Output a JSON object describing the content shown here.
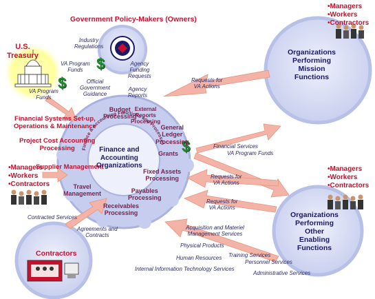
{
  "owners": {
    "title": "Government Policy-Makers (Owners)",
    "industry_regulations": "Industry\nRegulations",
    "va_program_funds": "VA Program\nFunds",
    "official_guidance": "Official\nGovernment\nGuidance",
    "agency_funding_requests": "Agency\nFunding\nRequests",
    "agency_reports": "Agency\nReports"
  },
  "treasury": {
    "title": "U.S.\nTreasury",
    "va_program_funds": "VA Program\nFunds"
  },
  "center": {
    "title": "Finance and\nAccounting\nOrganizations",
    "ring_text": "Finance & Accounting Functions and Processes",
    "functions": {
      "budget_processing": "Budget\nProcessing",
      "external_reports": "External\nReports\nProcessing",
      "general_ledger": "General\nLedger\nProcessing",
      "grants": "Grants",
      "fixed_assets": "Fixed Assets\nProcessing",
      "payables": "Payables\nProcessing",
      "receivables": "Receivables\nProcessing",
      "travel": "Travel\nManagement",
      "supplier": "Supplier Management",
      "project_cost": "Project Cost Accounting\nProcessing",
      "financial_systems": "Financial Systems Set-up,\nOperations & Maintenance"
    }
  },
  "mission": {
    "title": "Organizations\nPerforming\nMission\nFunctions",
    "requests": "Requests for\nVA Actions"
  },
  "enabling": {
    "title": "Organizations\nPerforming\nOther\nEnabling\nFunctions",
    "financial_services": "Financial Services",
    "va_program_funds": "VA Program Funds",
    "requests_1": "Requests for\nVA Actions",
    "requests_2": "Requests for\nVA Actions",
    "acquisition": "Acquisition and Materiel\nManagement Services",
    "physical_products": "Physical Products",
    "human_resources": "Human Resources",
    "training": "Training Services",
    "personnel": "Personnel Services",
    "it_services": "Internal Information Technology Services",
    "admin": "Administrative Services"
  },
  "contractors": {
    "title": "Contractors",
    "contracted_services": "Contracted Services",
    "agreements": "Agreements and\nContracts"
  },
  "roles": {
    "top_right": "•Managers\n•Workers\n•Contractors",
    "left": "•Managers\n•Workers\n•Contractors",
    "right": "•Managers\n•Workers\n•Contractors"
  },
  "symbols": {
    "dollar": "$"
  },
  "colors": {
    "lavender_circle": "#d6dcf4",
    "circle_border": "#a9b4e0",
    "arrow_salmon": "#f0a99b",
    "treasury_glow": "#ffffb0",
    "title_red": "#c8102e",
    "navy": "#1a1a66",
    "dollar_green": "#1f8a2e"
  }
}
